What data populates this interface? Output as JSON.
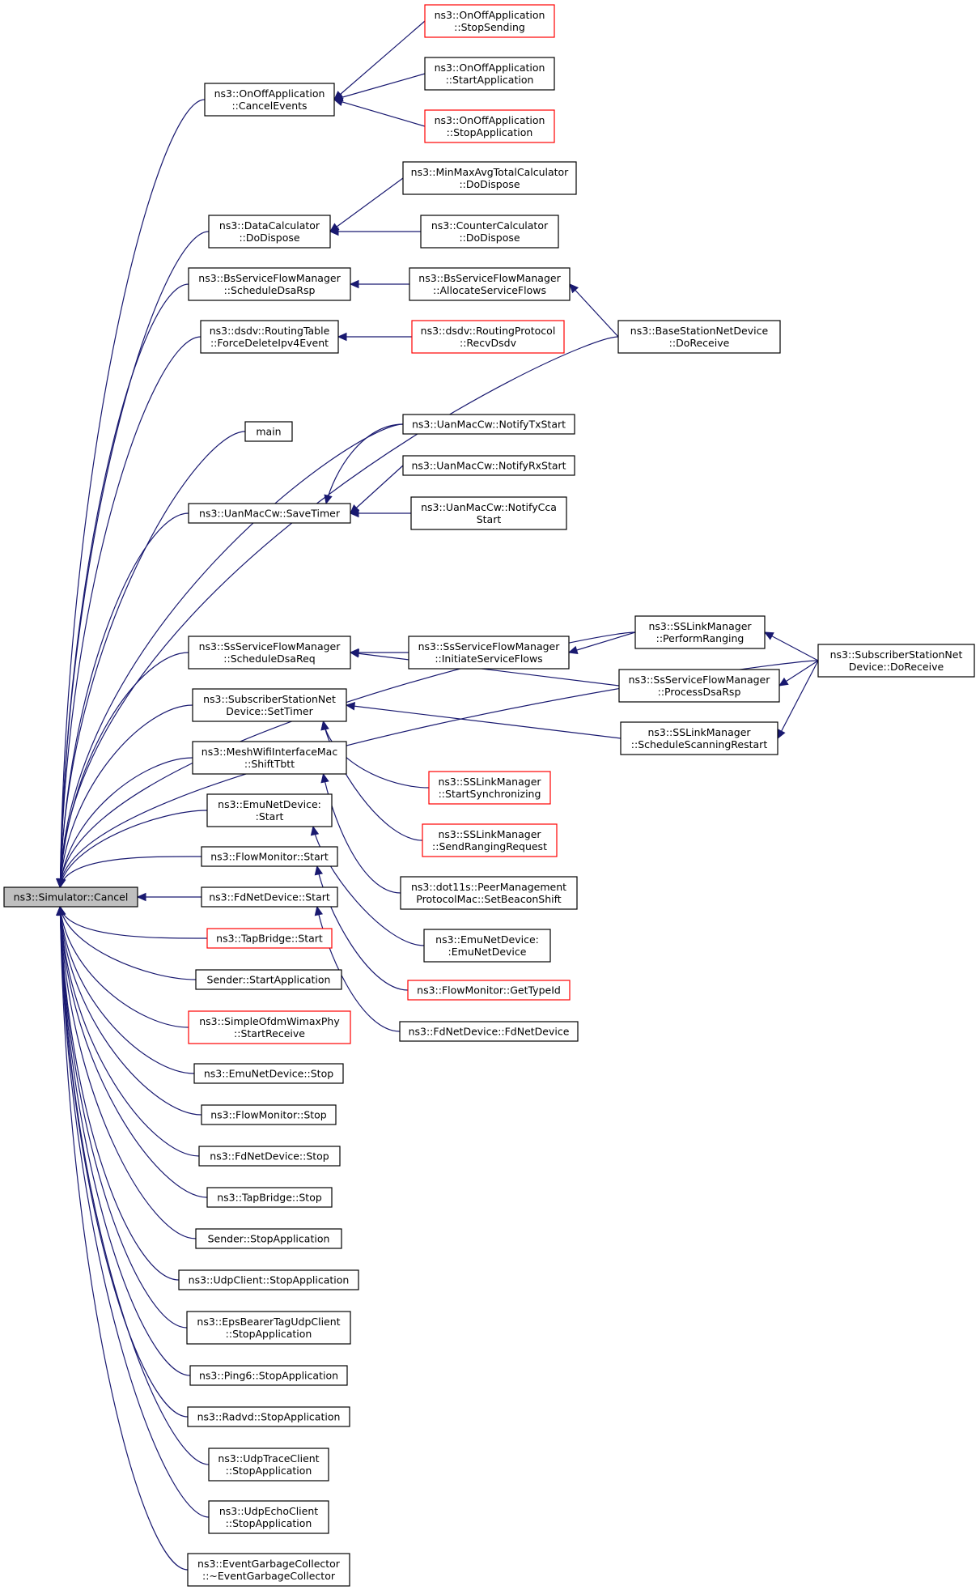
{
  "colors": {
    "edge": "#191970",
    "normal_border": "#000000",
    "truncated_border": "#ff0000",
    "root_fill": "#bfbfbf"
  },
  "nodes": [
    {
      "id": "root",
      "lines": [
        "ns3::Simulator::Cancel"
      ],
      "style": "root"
    },
    {
      "id": "oo_cancel",
      "lines": [
        "ns3::OnOffApplication",
        "::CancelEvents"
      ],
      "style": "normal"
    },
    {
      "id": "oo_stopsending",
      "lines": [
        "ns3::OnOffApplication",
        "::StopSending"
      ],
      "style": "red"
    },
    {
      "id": "oo_startapp",
      "lines": [
        "ns3::OnOffApplication",
        "::StartApplication"
      ],
      "style": "normal"
    },
    {
      "id": "oo_stopapp",
      "lines": [
        "ns3::OnOffApplication",
        "::StopApplication"
      ],
      "style": "red"
    },
    {
      "id": "dc_dispose",
      "lines": [
        "ns3::DataCalculator",
        "::DoDispose"
      ],
      "style": "normal"
    },
    {
      "id": "minmax",
      "lines": [
        "ns3::MinMaxAvgTotalCalculator",
        "::DoDispose"
      ],
      "style": "normal"
    },
    {
      "id": "counter",
      "lines": [
        "ns3::CounterCalculator",
        "::DoDispose"
      ],
      "style": "normal"
    },
    {
      "id": "bs_sched",
      "lines": [
        "ns3::BsServiceFlowManager",
        "::ScheduleDsaRsp"
      ],
      "style": "normal"
    },
    {
      "id": "bs_alloc",
      "lines": [
        "ns3::BsServiceFlowManager",
        "::AllocateServiceFlows"
      ],
      "style": "normal"
    },
    {
      "id": "bs_recv",
      "lines": [
        "ns3::BaseStationNetDevice",
        "::DoReceive"
      ],
      "style": "normal"
    },
    {
      "id": "dsdv_force",
      "lines": [
        "ns3::dsdv::RoutingTable",
        "::ForceDeleteIpv4Event"
      ],
      "style": "normal"
    },
    {
      "id": "dsdv_recv",
      "lines": [
        "ns3::dsdv::RoutingProtocol",
        "::RecvDsdv"
      ],
      "style": "red"
    },
    {
      "id": "main",
      "lines": [
        "main"
      ],
      "style": "normal"
    },
    {
      "id": "uan_tx",
      "lines": [
        "ns3::UanMacCw::NotifyTxStart"
      ],
      "style": "normal"
    },
    {
      "id": "uan_rx",
      "lines": [
        "ns3::UanMacCw::NotifyRxStart"
      ],
      "style": "normal"
    },
    {
      "id": "uan_save",
      "lines": [
        "ns3::UanMacCw::SaveTimer"
      ],
      "style": "normal"
    },
    {
      "id": "uan_cca",
      "lines": [
        "ns3::UanMacCw::NotifyCca",
        "Start"
      ],
      "style": "normal"
    },
    {
      "id": "ss_recv",
      "lines": [
        "ns3::SubscriberStationNet",
        "Device::DoReceive"
      ],
      "style": "normal"
    },
    {
      "id": "sslm_perf",
      "lines": [
        "ns3::SSLinkManager",
        "::PerformRanging"
      ],
      "style": "normal"
    },
    {
      "id": "ss_sched",
      "lines": [
        "ns3::SsServiceFlowManager",
        "::ScheduleDsaReq"
      ],
      "style": "normal"
    },
    {
      "id": "ss_init",
      "lines": [
        "ns3::SsServiceFlowManager",
        "::InitiateServiceFlows"
      ],
      "style": "normal"
    },
    {
      "id": "ss_proc",
      "lines": [
        "ns3::SsServiceFlowManager",
        "::ProcessDsaRsp"
      ],
      "style": "normal"
    },
    {
      "id": "ss_settimer",
      "lines": [
        "ns3::SubscriberStationNet",
        "Device::SetTimer"
      ],
      "style": "normal"
    },
    {
      "id": "sslm_scan",
      "lines": [
        "ns3::SSLinkManager",
        "::ScheduleScanningRestart"
      ],
      "style": "normal"
    },
    {
      "id": "mesh_shift",
      "lines": [
        "ns3::MeshWifiInterfaceMac",
        "::ShiftTbtt"
      ],
      "style": "normal"
    },
    {
      "id": "sslm_sync",
      "lines": [
        "ns3::SSLinkManager",
        "::StartSynchronizing"
      ],
      "style": "red"
    },
    {
      "id": "emu_start",
      "lines": [
        "ns3::EmuNetDevice:",
        ":Start"
      ],
      "style": "normal"
    },
    {
      "id": "sslm_send",
      "lines": [
        "ns3::SSLinkManager",
        "::SendRangingRequest"
      ],
      "style": "red"
    },
    {
      "id": "flow_start",
      "lines": [
        "ns3::FlowMonitor::Start"
      ],
      "style": "normal"
    },
    {
      "id": "dot11s",
      "lines": [
        "ns3::dot11s::PeerManagement",
        "ProtocolMac::SetBeaconShift"
      ],
      "style": "normal"
    },
    {
      "id": "fd_start",
      "lines": [
        "ns3::FdNetDevice::Start"
      ],
      "style": "normal"
    },
    {
      "id": "emu_ctor",
      "lines": [
        "ns3::EmuNetDevice:",
        ":EmuNetDevice"
      ],
      "style": "normal"
    },
    {
      "id": "tap_start",
      "lines": [
        "ns3::TapBridge::Start"
      ],
      "style": "red"
    },
    {
      "id": "flow_type",
      "lines": [
        "ns3::FlowMonitor::GetTypeId"
      ],
      "style": "red"
    },
    {
      "id": "sender_start",
      "lines": [
        "Sender::StartApplication"
      ],
      "style": "normal"
    },
    {
      "id": "fd_ctor",
      "lines": [
        "ns3::FdNetDevice::FdNetDevice"
      ],
      "style": "normal"
    },
    {
      "id": "ofdm",
      "lines": [
        "ns3::SimpleOfdmWimaxPhy",
        "::StartReceive"
      ],
      "style": "red"
    },
    {
      "id": "emu_stop",
      "lines": [
        "ns3::EmuNetDevice::Stop"
      ],
      "style": "normal"
    },
    {
      "id": "flow_stop",
      "lines": [
        "ns3::FlowMonitor::Stop"
      ],
      "style": "normal"
    },
    {
      "id": "fd_stop",
      "lines": [
        "ns3::FdNetDevice::Stop"
      ],
      "style": "normal"
    },
    {
      "id": "tap_stop",
      "lines": [
        "ns3::TapBridge::Stop"
      ],
      "style": "normal"
    },
    {
      "id": "sender_stop",
      "lines": [
        "Sender::StopApplication"
      ],
      "style": "normal"
    },
    {
      "id": "udpclient_stop",
      "lines": [
        "ns3::UdpClient::StopApplication"
      ],
      "style": "normal"
    },
    {
      "id": "eps_stop",
      "lines": [
        "ns3::EpsBearerTagUdpClient",
        "::StopApplication"
      ],
      "style": "normal"
    },
    {
      "id": "ping6_stop",
      "lines": [
        "ns3::Ping6::StopApplication"
      ],
      "style": "normal"
    },
    {
      "id": "radvd_stop",
      "lines": [
        "ns3::Radvd::StopApplication"
      ],
      "style": "normal"
    },
    {
      "id": "udptrace_stop",
      "lines": [
        "ns3::UdpTraceClient",
        "::StopApplication"
      ],
      "style": "normal"
    },
    {
      "id": "udpecho_stop",
      "lines": [
        "ns3::UdpEchoClient",
        "::StopApplication"
      ],
      "style": "normal"
    },
    {
      "id": "egc",
      "lines": [
        "ns3::EventGarbageCollector",
        "::~EventGarbageCollector"
      ],
      "style": "normal"
    }
  ]
}
